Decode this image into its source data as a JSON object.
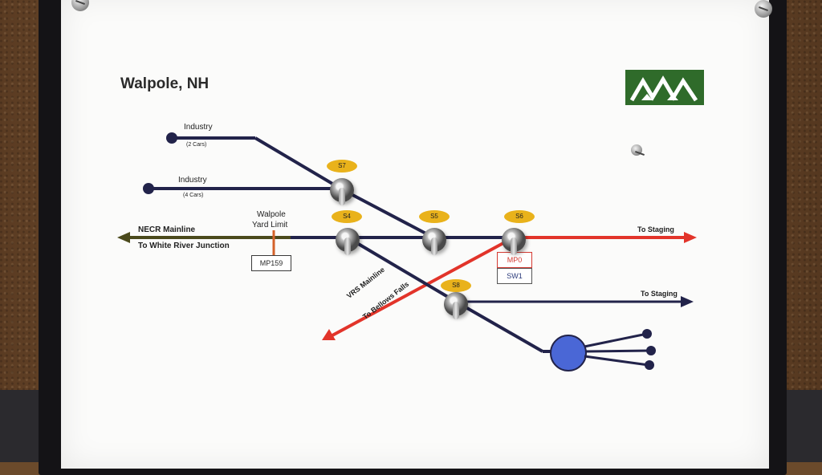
{
  "title": "Walpole, NH",
  "logo": "mountain-logo",
  "labels": {
    "industry_top": "Industry",
    "industry_top_cars": "(2 Cars)",
    "industry_bottom": "Industry",
    "industry_bottom_cars": "(4 Cars)",
    "necr_line1": "NECR Mainline",
    "necr_line2": "To White River Junction",
    "yard_line1": "Walpole",
    "yard_line2": "Yard Limit",
    "mp159": "MP159",
    "vrs_line1": "VRS Mainline",
    "vrs_line2": "To Bellows Falls",
    "staging_top": "To Staging",
    "staging_bottom": "To Staging",
    "mp0": "MP0",
    "sw1": "SW1"
  },
  "switches": [
    "S7",
    "S4",
    "S5",
    "S6",
    "S8"
  ],
  "colors": {
    "track": "#22234a",
    "vrs": "#e2342a",
    "necr": "#4b4a1c",
    "badge": "#e9b21b",
    "turntable": "#4a67d6",
    "logo_green": "#2f6b2a"
  }
}
